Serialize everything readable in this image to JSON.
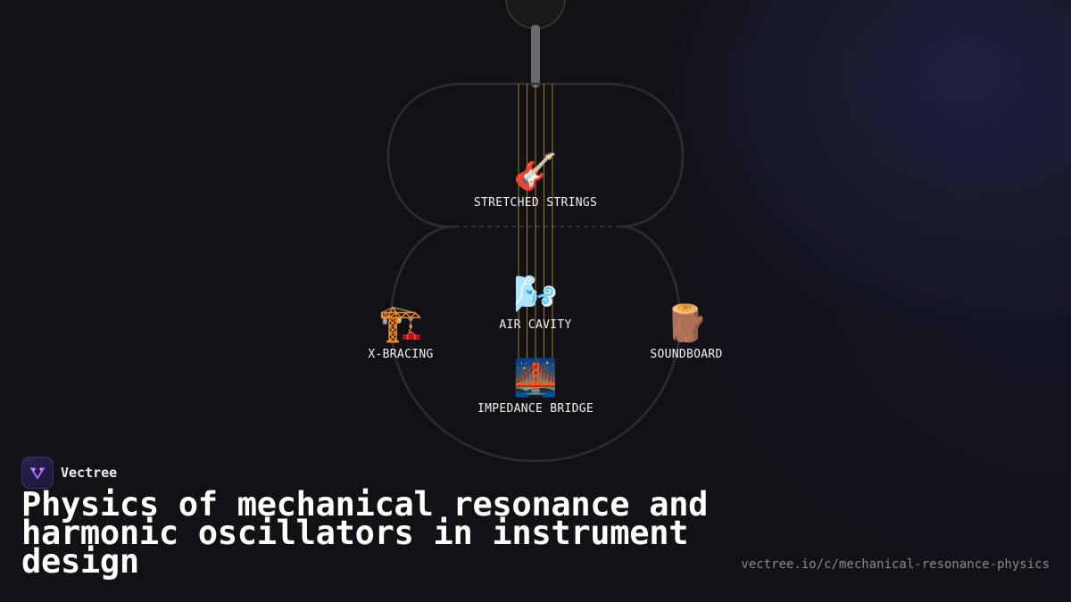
{
  "nodes": {
    "strings": {
      "emoji": "🎸",
      "label": "STRETCHED STRINGS"
    },
    "cavity": {
      "emoji": "🌬️",
      "label": "AIR CAVITY"
    },
    "bracing": {
      "emoji": "🏗️",
      "label": "X-BRACING"
    },
    "soundboard": {
      "emoji": "🪵",
      "label": "SOUNDBOARD"
    },
    "bridge": {
      "emoji": "🌉",
      "label": "IMPEDANCE BRIDGE"
    }
  },
  "brand": {
    "name": "Vectree"
  },
  "title": "Physics of mechanical resonance and harmonic oscillators in instrument design",
  "url": "vectree.io/c/mechanical-resonance-physics",
  "colors": {
    "background": "#111116",
    "string": "#b8902a",
    "outline": "#2e2e32",
    "logo": "#a86bff"
  }
}
